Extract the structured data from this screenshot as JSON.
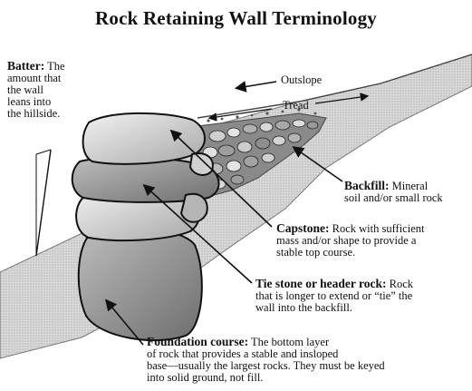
{
  "title": "Rock Retaining Wall Terminology",
  "labels": {
    "batter": {
      "term": "Batter:",
      "line1": " The",
      "line2": "amount that",
      "line3": "the wall",
      "line4": "leans into",
      "line5": "the hillside."
    },
    "outslope": "Outslope",
    "tread": "Tread",
    "backfill": {
      "term": "Backfill:",
      "line1": " Mineral",
      "line2": "soil and/or small rock"
    },
    "capstone": {
      "term": "Capstone:",
      "line1": " Rock with sufficient",
      "line2": "mass and/or shape to provide a",
      "line3": "stable top course."
    },
    "tiestone": {
      "term": "Tie stone or header rock:",
      "line1": " Rock",
      "line2": "that is longer to extend or “tie” the",
      "line3": "wall into the backfill."
    },
    "foundation": {
      "term": "Foundation course:",
      "line1": " The bottom layer",
      "line2": "of rock that provides a stable and insloped",
      "line3": "base—usually the largest rocks. They must be keyed",
      "line4": "into solid ground, not fill."
    }
  }
}
